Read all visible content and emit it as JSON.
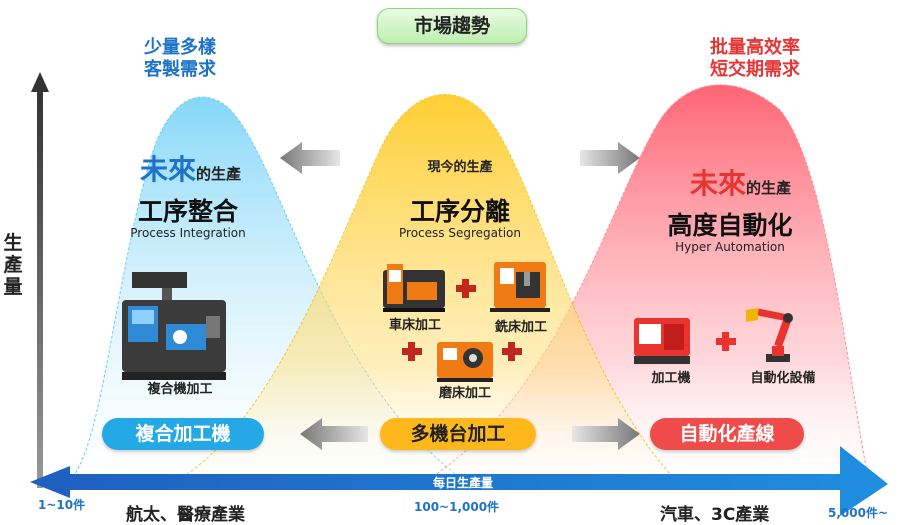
{
  "title": "市場趨勢",
  "top_left": {
    "line1": "少量多樣",
    "line2": "客製需求"
  },
  "top_right": {
    "line1": "批量高效率",
    "line2": "短交期需求"
  },
  "y_axis_label": "生產量",
  "left_section": {
    "future_accent": "未來",
    "future_rest": "的生產",
    "title": "工序整合",
    "subtitle": "Process Integration",
    "machine_label": "複合機加工",
    "pill": "複合加工機"
  },
  "center_section": {
    "heading": "現今的生產",
    "title": "工序分離",
    "subtitle": "Process Segregation",
    "machines": [
      "車床加工",
      "銑床加工",
      "磨床加工"
    ],
    "pill": "多機台加工"
  },
  "right_section": {
    "future_accent": "未來",
    "future_rest": "的生產",
    "title": "高度自動化",
    "subtitle": "Hyper Automation",
    "machines": [
      "加工機",
      "自動化設備"
    ],
    "pill": "自動化產線"
  },
  "x_axis": {
    "label": "每日生產量",
    "range_left": "1~10件",
    "range_mid": "100~1,000件",
    "range_right": "5,000件~"
  },
  "industries": {
    "left": "航太、醫療產業",
    "right": "汽車、3C產業"
  },
  "colors": {
    "blue": "#1e73c8",
    "red": "#e53636",
    "yellow": "#ffb81c",
    "cyan": "#25a9e6",
    "green": "#bfeeb0"
  },
  "icons": [
    "multitask-machine-icon",
    "lathe-icon",
    "milling-machine-icon",
    "grinder-icon",
    "cnc-machine-icon",
    "robot-arm-icon",
    "plus-icon",
    "arrow-left-icon",
    "arrow-right-icon",
    "y-axis-arrow-icon",
    "x-axis-arrow-icon"
  ]
}
